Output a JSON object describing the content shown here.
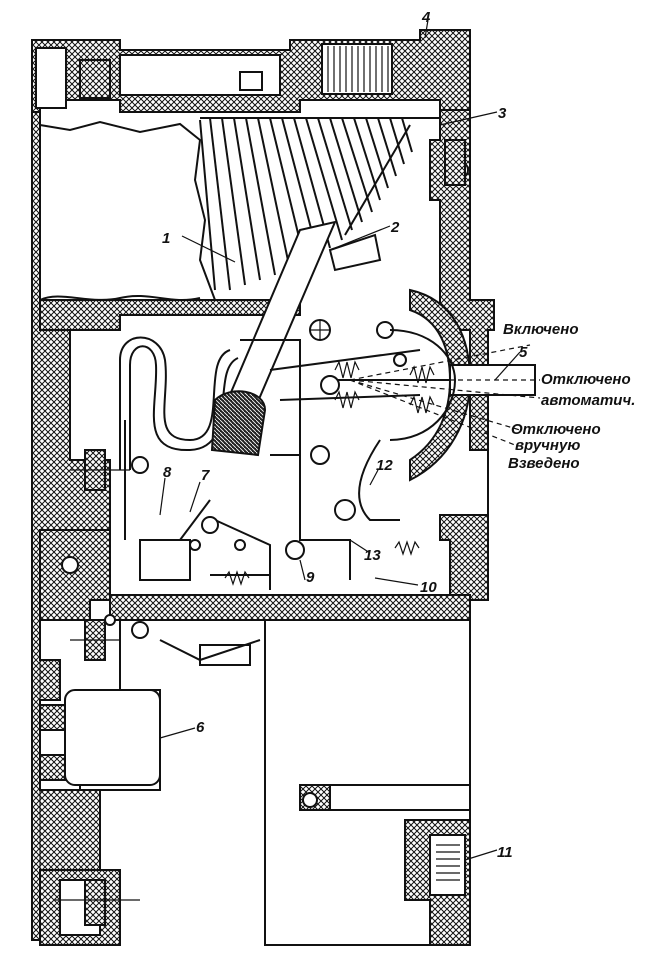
{
  "callouts": {
    "n1": "1",
    "n2": "2",
    "n3": "3",
    "n4": "4",
    "n5": "5",
    "n6": "6",
    "n7": "7",
    "n8": "8",
    "n9": "9",
    "n10": "10",
    "n11": "11",
    "n12": "12",
    "n13": "13"
  },
  "states": {
    "on": "Включено",
    "off_auto_1": "Отключено",
    "off_auto_2": "автоматич.",
    "off_manual_1": "Отключено",
    "off_manual_2": "вручную",
    "cocked": "Взведено"
  }
}
